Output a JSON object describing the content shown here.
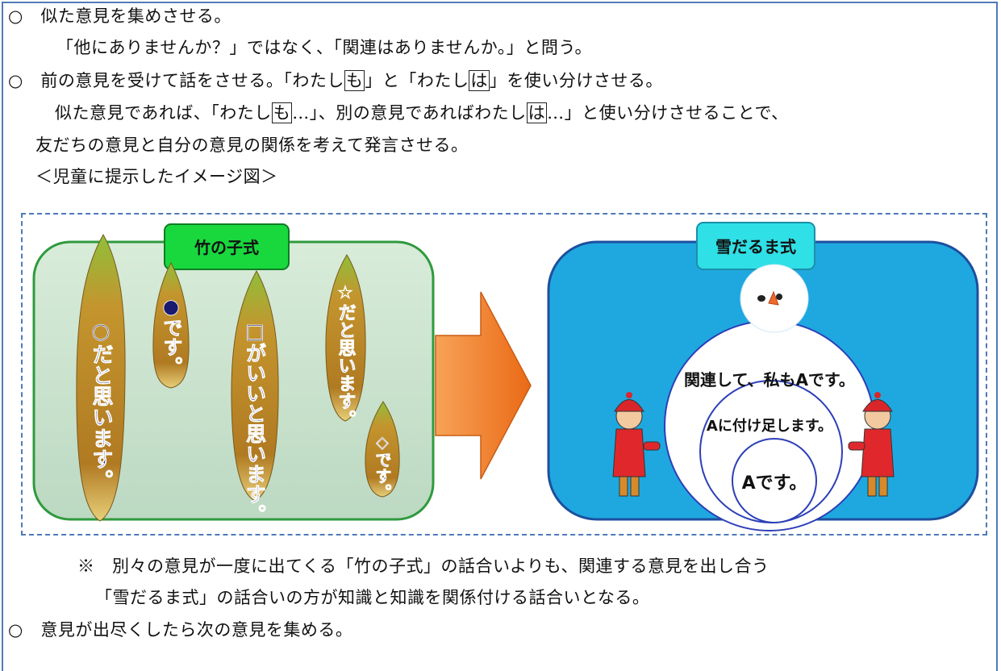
{
  "items": {
    "item1_mark": "○",
    "item1_text": "似た意見を集めさせる。",
    "item1_detail": "「他にありませんか？」ではなく、「関連はありませんか。」と問う。",
    "item2_mark": "○",
    "item2_a": "前の意見を受けて話をさせる。「わたし",
    "item2_b": "も",
    "item2_c": "」と「わたし",
    "item2_d": "は",
    "item2_e": "」を使い分けさせる。",
    "item2_l2_a": "似た意見であれば、「わたし",
    "item2_l2_b": "も",
    "item2_l2_c": "…」、別の意見であればわたし",
    "item2_l2_d": "は",
    "item2_l2_e": "…」と使い分けさせることで、",
    "item2_l3": "友だちの意見と自分の意見の関係を考えて発言させる。",
    "figure_caption": "＜児童に提示したイメージ図＞",
    "note_l1": "※　別々の意見が一度に出てくる「竹の子式」の話合いよりも、関連する意見を出し合う",
    "note_l2": "「雪だるま式」の話合いの方が知識と知識を関係付ける話合いとなる。",
    "item3_mark": "○",
    "item3_text": "意見が出尽くしたら次の意見を集める。"
  },
  "diagram": {
    "left_title": "竹の子式",
    "shoots": [
      "○だと思います。",
      "●です。",
      "□がいいと思います。",
      "☆だと思います。",
      "◇です。"
    ],
    "right_title": "雪だるま式",
    "rings": [
      "関連して、私もAです。",
      "Aに付け足します。",
      "Aです。"
    ],
    "colors": {
      "left_panel": "#cde3d0",
      "left_border": "#2f9a3e",
      "left_title_bg": "#18d83e",
      "right_panel": "#1ea8df",
      "right_border": "#1d4f9e",
      "right_title_bg": "#2fe0e6",
      "arrow": "#f07a1f"
    }
  }
}
